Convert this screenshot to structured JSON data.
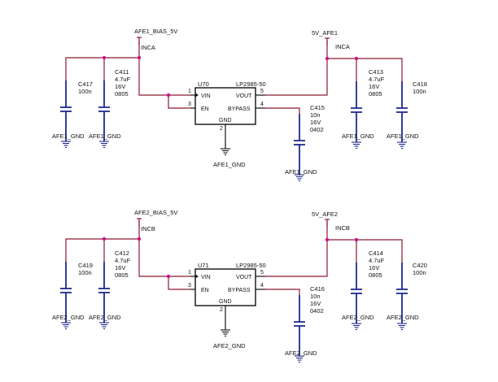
{
  "colors": {
    "wire": "#8b1a2e",
    "capacitor": "#1e2b8c",
    "junction": "#c8148c",
    "component": "#111111"
  },
  "regulators": [
    {
      "ref": "U70",
      "part": "LP2985-50",
      "pins": {
        "vin": "VIN",
        "en": "EN",
        "vout": "VOUT",
        "bypass": "BYPASS",
        "gnd": "GND",
        "n_vin": "1",
        "n_en": "3",
        "n_vout": "5",
        "n_bypass": "4",
        "n_gnd": "2"
      },
      "input_net": "AFE1_BIAS_5V",
      "input_wire": "INCA",
      "output_net": "5V_AFE1",
      "output_wire": "INCA",
      "gnd": "AFE1_GND",
      "caps": {
        "in_small": {
          "ref": "C417",
          "lines": [
            "100n"
          ],
          "gnd": "AFE1_GND"
        },
        "in_bulk": {
          "ref": "C411",
          "lines": [
            "4.7uF",
            "16V",
            "0805"
          ],
          "gnd": "AFE1_GND"
        },
        "bypass": {
          "ref": "C415",
          "lines": [
            "10n",
            "16V",
            "0402"
          ],
          "gnd": "AFE1_GND"
        },
        "out_bulk": {
          "ref": "C413",
          "lines": [
            "4.7uF",
            "16V",
            "0805"
          ],
          "gnd": "AFE1_GND"
        },
        "out_small": {
          "ref": "C418",
          "lines": [
            "100n"
          ],
          "gnd": "AFE1_GND"
        }
      }
    },
    {
      "ref": "U71",
      "part": "LP2985-50",
      "pins": {
        "vin": "VIN",
        "en": "EN",
        "vout": "VOUT",
        "bypass": "BYPASS",
        "gnd": "GND",
        "n_vin": "1",
        "n_en": "3",
        "n_vout": "5",
        "n_bypass": "4",
        "n_gnd": "2"
      },
      "input_net": "AFE2_BIAS_5V",
      "input_wire": "INCB",
      "output_net": "5V_AFE2",
      "output_wire": "INCB",
      "gnd": "AFE2_GND",
      "caps": {
        "in_small": {
          "ref": "C419",
          "lines": [
            "100n"
          ],
          "gnd": "AFE2_GND"
        },
        "in_bulk": {
          "ref": "C412",
          "lines": [
            "4.7uF",
            "16V",
            "0805"
          ],
          "gnd": "AFE2_GND"
        },
        "bypass": {
          "ref": "C416",
          "lines": [
            "10n",
            "16V",
            "0402"
          ],
          "gnd": "AFE2_GND"
        },
        "out_bulk": {
          "ref": "C414",
          "lines": [
            "4.7uF",
            "16V",
            "0805"
          ],
          "gnd": "AFE2_GND"
        },
        "out_small": {
          "ref": "C420",
          "lines": [
            "100n"
          ],
          "gnd": "AFE2_GND"
        }
      }
    }
  ]
}
